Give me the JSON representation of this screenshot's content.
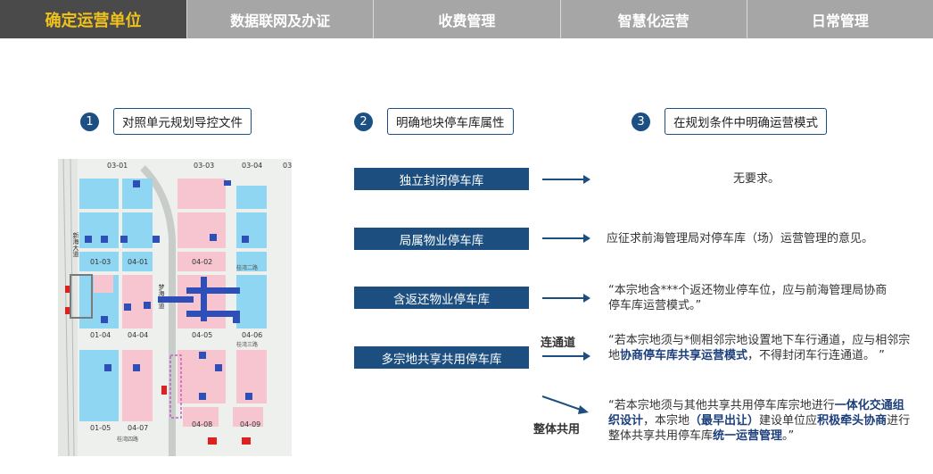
{
  "tabs": [
    {
      "label": "确定运营单位",
      "active": true
    },
    {
      "label": "数据联网及办证",
      "active": false
    },
    {
      "label": "收费管理",
      "active": false
    },
    {
      "label": "智慧化运营",
      "active": false
    },
    {
      "label": "日常管理",
      "active": false
    }
  ],
  "steps": [
    {
      "num": "1",
      "label": "对照单元规划导控文件"
    },
    {
      "num": "2",
      "label": "明确地块停车库属性"
    },
    {
      "num": "3",
      "label": "在规划条件中明确运营模式"
    }
  ],
  "map": {
    "top_labels": [
      "03-01",
      "03-03",
      "03-04",
      "03"
    ],
    "road_left": "新海大道",
    "road_mid": "梦海大道",
    "road_right1": "桂湾二路",
    "road_right2": "桂湾三路",
    "road_bottom": "桂湾四路",
    "parcels": [
      "01-03",
      "04-01",
      "04-02",
      "01-04",
      "04-04",
      "04-05",
      "04-06",
      "01-05",
      "04-07",
      "04-08",
      "04-09"
    ]
  },
  "categories": [
    {
      "label": "独立封闭停车库",
      "text": "无要求。"
    },
    {
      "label": "局属物业停车库",
      "text": "应征求前海管理局对停车库（场）运营管理的意见。"
    },
    {
      "label": "含返还物业停车库",
      "text": "“本宗地含***个返还物业停车位，应与前海管理局协商停车库运营模式。”"
    },
    {
      "label": "多宗地共享共用停车库"
    }
  ],
  "connect_label": "连通道",
  "connect_text": {
    "p1": "“若本宗地须与*侧相邻宗地设置地下车行通道，应与相邻宗地",
    "b1": "协商停车库共享运营模式",
    "p2": "，不得封闭车行连通道。 ”"
  },
  "share_label": "整体共用",
  "share_text": {
    "p1": "“若本宗地须与其他共享共用停车库宗地进行",
    "b1": "一体化交通组织设计",
    "p2": "，本宗地",
    "b2": "（最早出让）",
    "p3": "建设单位应",
    "b3": "积极牵头协商",
    "p4": "进行整体共享共用停车库",
    "b4": "统一运营管理",
    "p5": "。”"
  },
  "colors": {
    "navy": "#1c4f80",
    "gold": "#f0c21b",
    "pink": "#f7c5d0",
    "cyan": "#8fd6f2"
  }
}
